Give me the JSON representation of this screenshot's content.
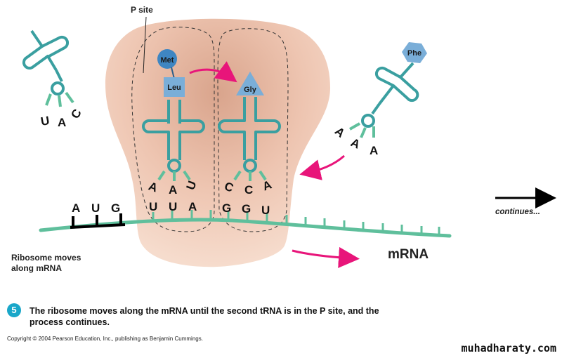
{
  "labels": {
    "p_site": "P site",
    "mrna": "mRNA",
    "continues": "continues...",
    "ribosome_moves": [
      "Ribosome moves",
      "along mRNA"
    ]
  },
  "amino_acids": {
    "met": "Met",
    "leu": "Leu",
    "gly": "Gly",
    "phe": "Phe"
  },
  "anticodons": {
    "exiting_trna": [
      "U",
      "A",
      "C"
    ],
    "p_site_trna": [
      "A",
      "A",
      "U"
    ],
    "a_site_trna": [
      "C",
      "C",
      "A"
    ],
    "incoming_trna": [
      "A",
      "A",
      "A"
    ]
  },
  "codons": {
    "start": [
      "A",
      "U",
      "G"
    ],
    "p_site": [
      "U",
      "U",
      "A"
    ],
    "a_site": [
      "G",
      "G",
      "U"
    ]
  },
  "caption": {
    "step": "5",
    "line1": "The ribosome moves along the mRNA until the second tRNA is in the P site, and the",
    "line2": "process continues."
  },
  "copyright": "Copyright © 2004 Pearson Education, Inc., publishing as Benjamin Cummings.",
  "watermark": "muhadharaty.com",
  "colors": {
    "trna": "#3a9fa0",
    "mrna": "#5fbf9c",
    "arrow_pink": "#e8157a",
    "amino_blue": "#3f86c2",
    "ribosome_light": "#f3d6c4",
    "ribosome_dark": "#d9a48c"
  }
}
